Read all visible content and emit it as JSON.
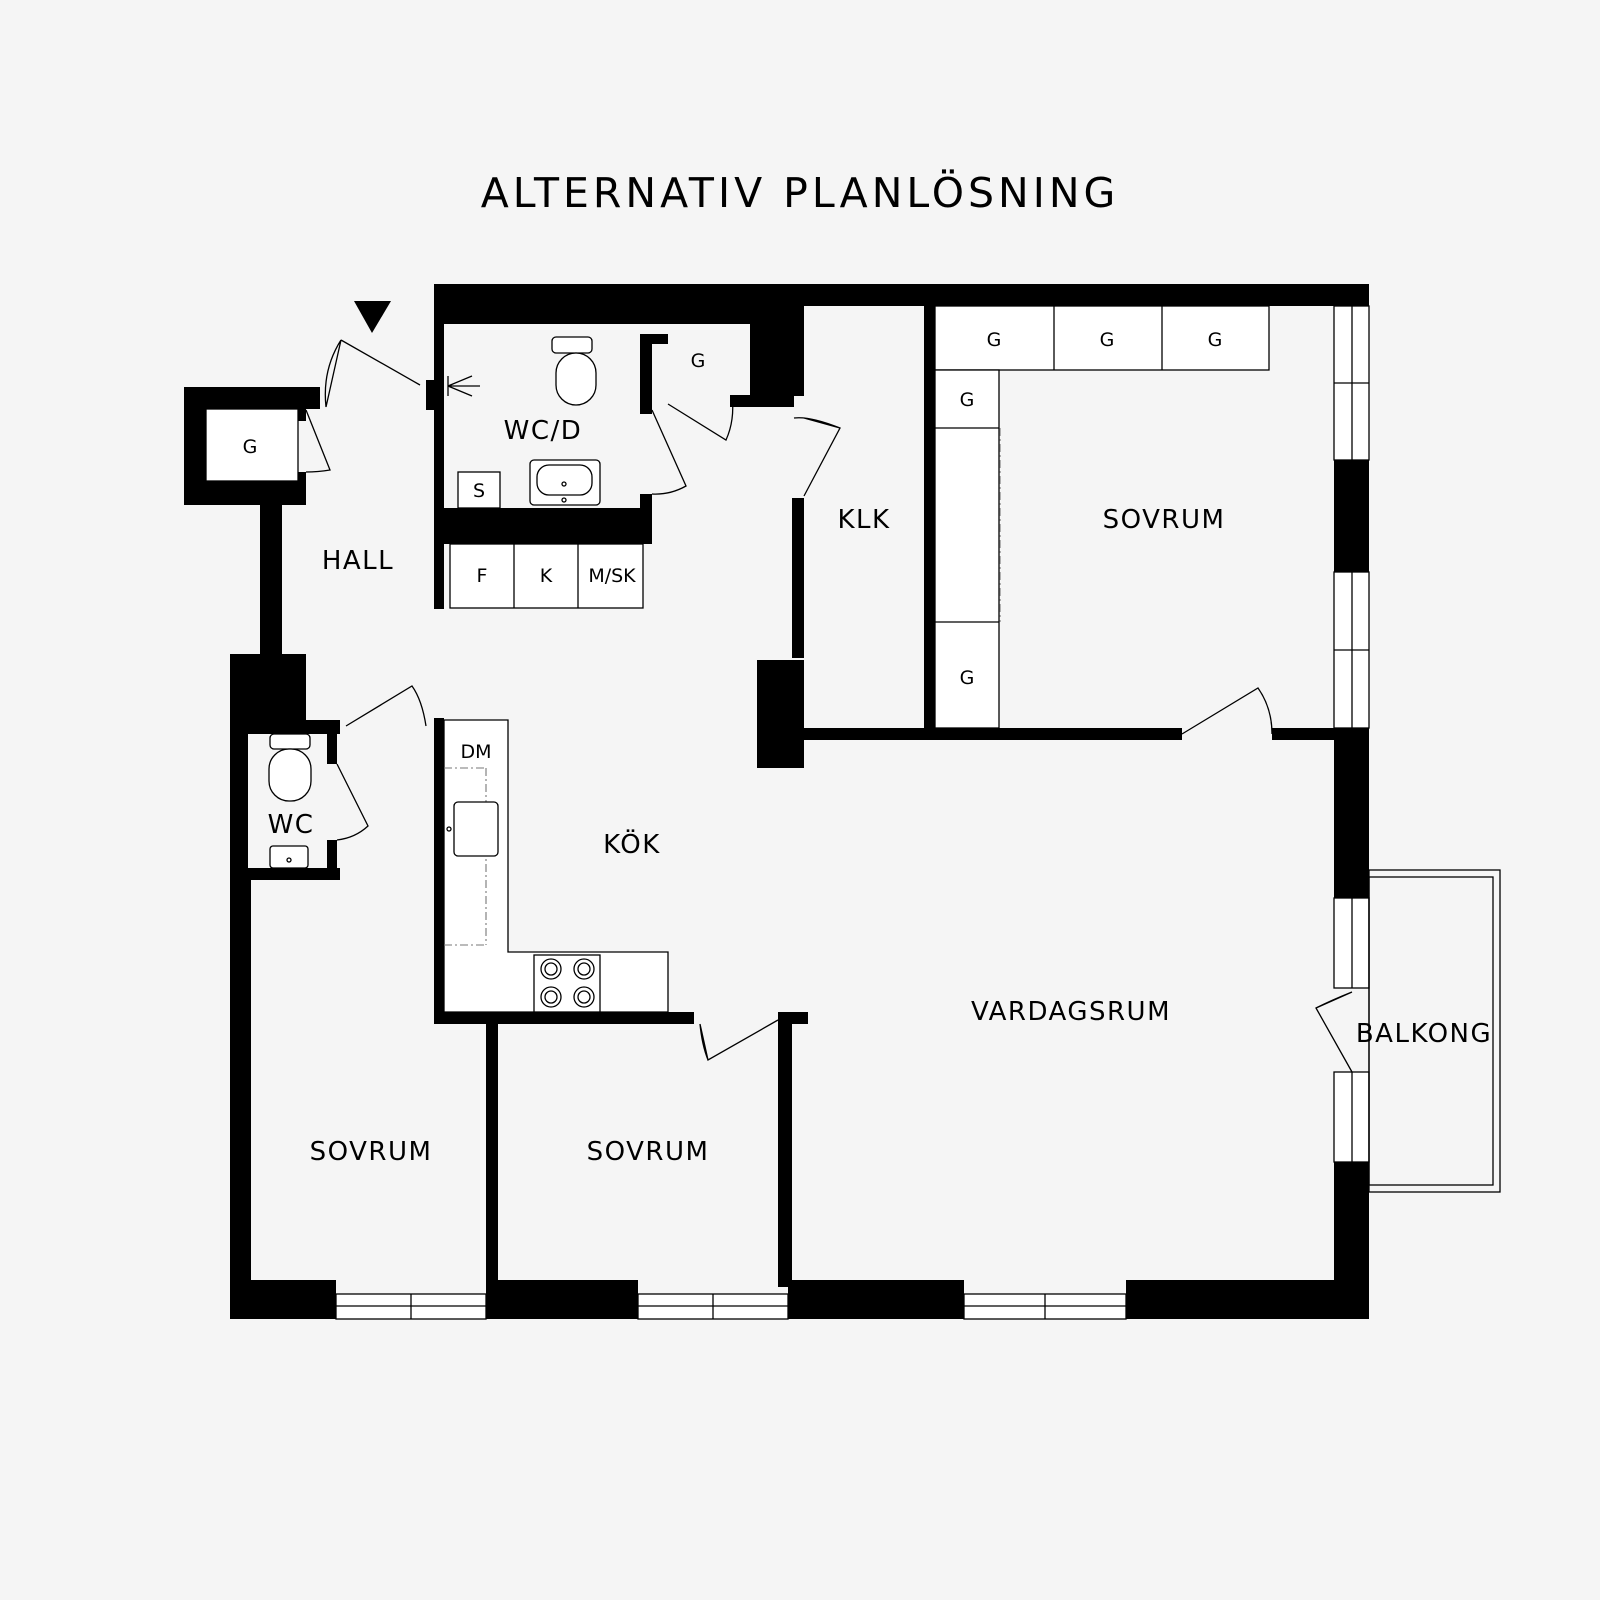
{
  "title": "ALTERNATIV PLANLÖSNING",
  "rooms": {
    "hall": "HALL",
    "wc_d": "WC/D",
    "klk": "KLK",
    "sovrum_main": "SOVRUM",
    "wc": "WC",
    "kok": "KÖK",
    "vardagsrum": "VARDAGSRUM",
    "balkong": "BALKONG",
    "sovrum_left": "SOVRUM",
    "sovrum_mid": "SOVRUM"
  },
  "storage": {
    "g_hall": "G",
    "g_wcd": "G",
    "g_top_1": "G",
    "g_top_2": "G",
    "g_top_3": "G",
    "g_side_1": "G",
    "g_side_2": "G",
    "s": "S",
    "f": "F",
    "k": "K",
    "msk": "M/SK",
    "dm": "DM"
  }
}
